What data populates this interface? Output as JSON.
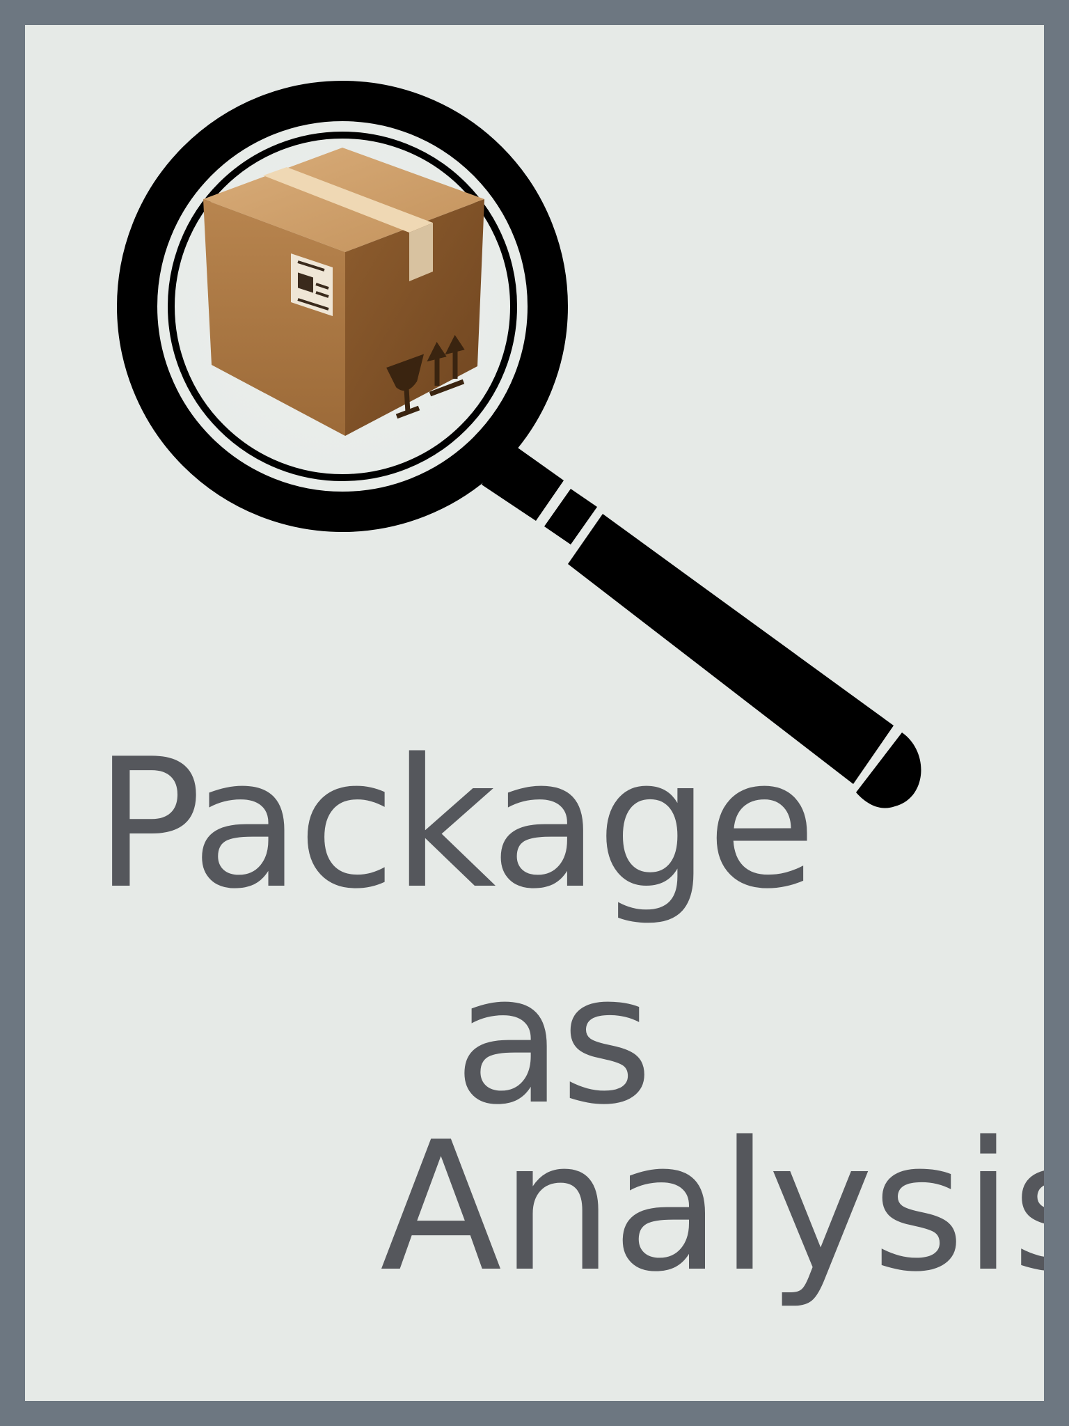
{
  "title": {
    "line_1": "Package",
    "line_2": "as",
    "line_3": "Analysis"
  },
  "icons": {
    "magnifier": "magnifying-glass-icon",
    "package": "cardboard-box-icon"
  },
  "colors": {
    "frame": "#6d7781",
    "background": "#e6eae7",
    "text": "#55575c",
    "magnifier": "#000000",
    "box": "#a86f3c"
  }
}
